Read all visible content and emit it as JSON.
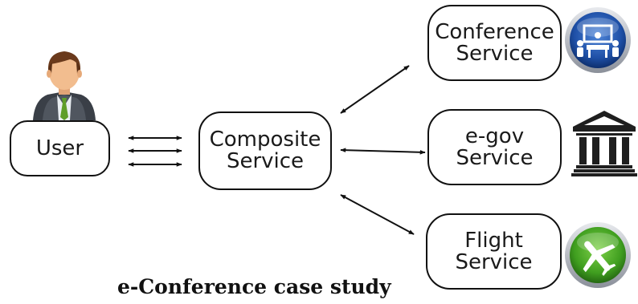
{
  "nodes": {
    "user": {
      "label": "User"
    },
    "composite": {
      "line1": "Composite",
      "line2": "Service"
    },
    "conference": {
      "line1": "Conference",
      "line2": "Service"
    },
    "egov": {
      "line1": "e-gov",
      "line2": "Service"
    },
    "flight": {
      "line1": "Flight",
      "line2": "Service"
    }
  },
  "caption": "e-Conference case study",
  "icons": {
    "user": "person-icon",
    "conference": "meeting-room-icon",
    "egov": "government-building-icon",
    "flight": "airplane-icon"
  },
  "colors": {
    "border": "#111111",
    "conference_icon": "#1e4fa6",
    "flight_icon": "#3f9e1f"
  }
}
